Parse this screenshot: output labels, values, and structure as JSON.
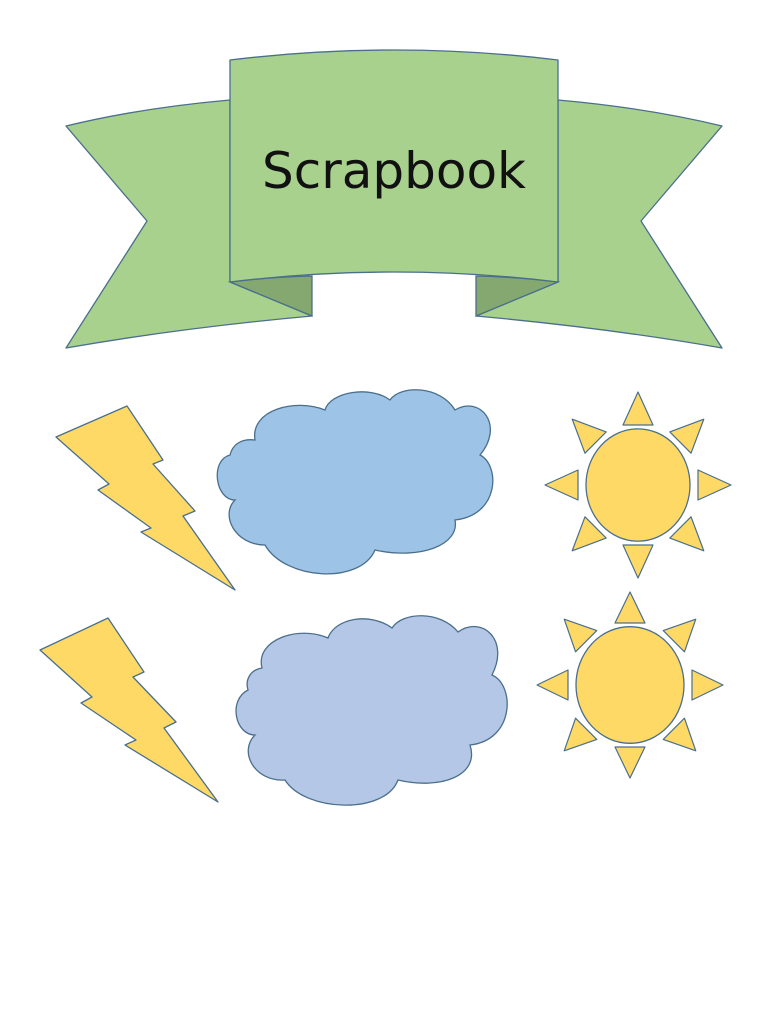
{
  "banner": {
    "title": "Scrapbook"
  },
  "colors": {
    "banner_fill": "#a9d18e",
    "banner_fold": "#84a870",
    "outline": "#4a6f8c",
    "lightning_fill": "#ffd966",
    "cloud_fill_1": "#9dc3e6",
    "cloud_fill_2": "#b4c7e7",
    "sun_fill": "#ffd966"
  },
  "stickers": [
    {
      "kind": "lightning-bolt",
      "icon": "lightning-icon"
    },
    {
      "kind": "cloud",
      "icon": "cloud-icon"
    },
    {
      "kind": "sun",
      "icon": "sun-icon"
    },
    {
      "kind": "lightning-bolt",
      "icon": "lightning-icon"
    },
    {
      "kind": "cloud",
      "icon": "cloud-icon"
    },
    {
      "kind": "sun",
      "icon": "sun-icon"
    }
  ]
}
